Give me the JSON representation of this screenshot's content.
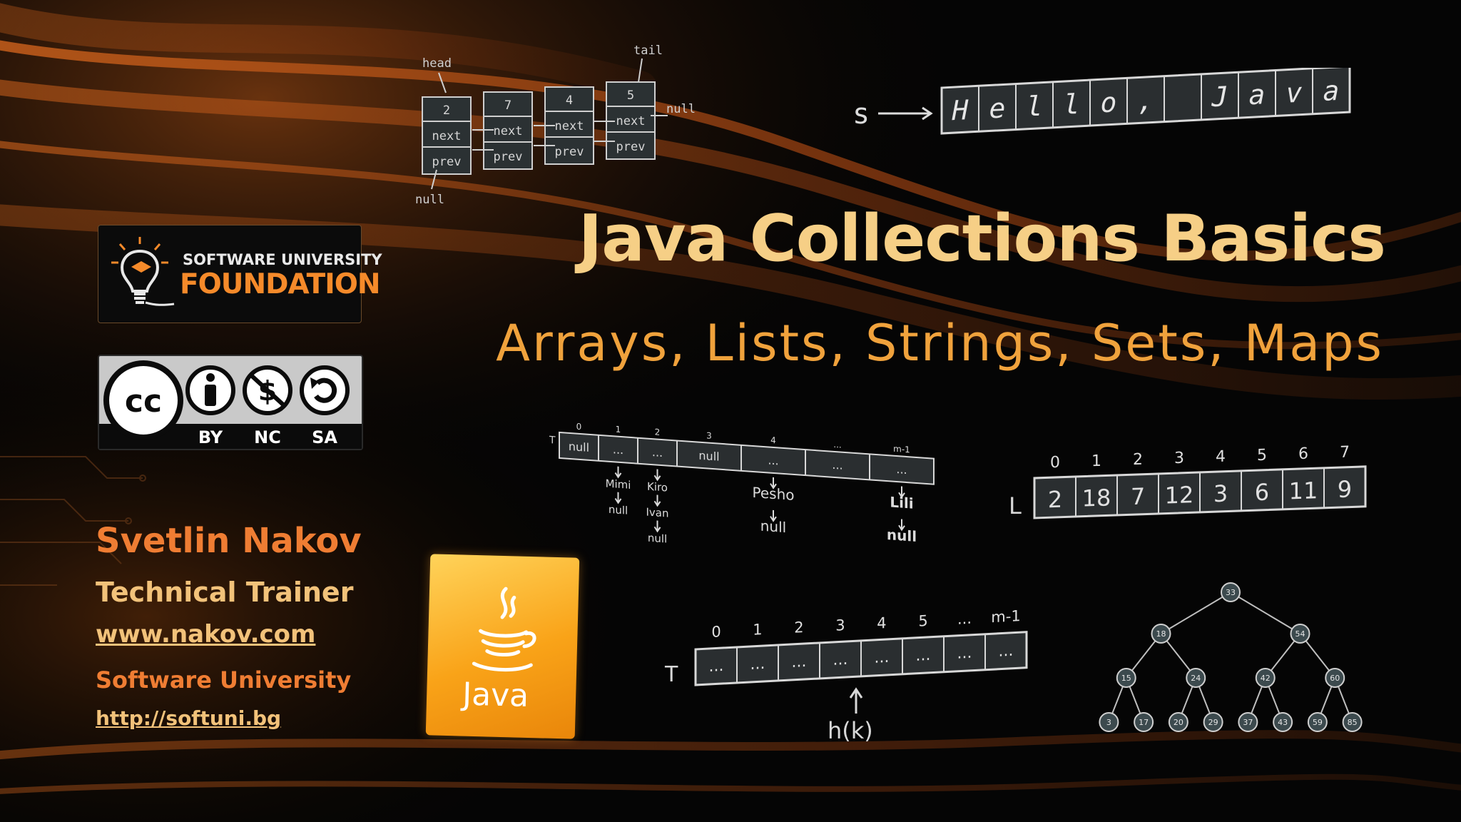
{
  "slide": {
    "title": "Java Collections Basics",
    "subtitle": "Arrays, Lists, Strings, Sets, Maps"
  },
  "author": {
    "name": "Svetlin Nakov",
    "role": "Technical Trainer",
    "website": "www.nakov.com",
    "organization": "Software University",
    "org_url": "http://softuni.bg"
  },
  "logos": {
    "softuni_line1": "SOFTWARE UNIVERSITY",
    "softuni_line2": "FOUNDATION",
    "cc_label": "cc",
    "cc_by": "BY",
    "cc_nc": "NC",
    "cc_sa": "SA",
    "java_word": "Java"
  },
  "linked_list": {
    "head_label": "head",
    "tail_label": "tail",
    "null_label": "null",
    "next_label": "next",
    "prev_label": "prev",
    "values": [
      "2",
      "7",
      "4",
      "5"
    ]
  },
  "string_array": {
    "var": "s",
    "chars": [
      "H",
      "e",
      "l",
      "l",
      "o",
      ",",
      " ",
      "J",
      "a",
      "v",
      "a"
    ]
  },
  "hash_chain": {
    "table_label": "T",
    "indices": [
      "0",
      "1",
      "2",
      "3",
      "4",
      "...",
      "m-1"
    ],
    "cells": [
      "null",
      "...",
      "...",
      "null",
      "...",
      "...",
      "..."
    ],
    "chains": [
      [
        "Mimi",
        "null"
      ],
      [
        "Kiro",
        "Ivan",
        "null"
      ],
      [
        "Pesho",
        "null"
      ],
      [
        "Lili",
        "null"
      ]
    ]
  },
  "list_array": {
    "var": "L",
    "indices": [
      "0",
      "1",
      "2",
      "3",
      "4",
      "5",
      "6",
      "7"
    ],
    "values": [
      "2",
      "18",
      "7",
      "12",
      "3",
      "6",
      "11",
      "9"
    ]
  },
  "hash_table": {
    "var": "T",
    "indices": [
      "0",
      "1",
      "2",
      "3",
      "4",
      "5",
      "...",
      "m-1"
    ],
    "cell": "...",
    "hash_label": "h(k)"
  },
  "tree": {
    "root": "33",
    "level1": [
      "18",
      "54"
    ],
    "level2": [
      "15",
      "24",
      "42",
      "60"
    ],
    "level3": [
      "3",
      "17",
      "20",
      "29",
      "37",
      "43",
      "59",
      "85"
    ]
  },
  "colors": {
    "title": "#f6cf86",
    "subtitle": "#f0a23c",
    "accent": "#ef7d33",
    "background": "#050505"
  }
}
